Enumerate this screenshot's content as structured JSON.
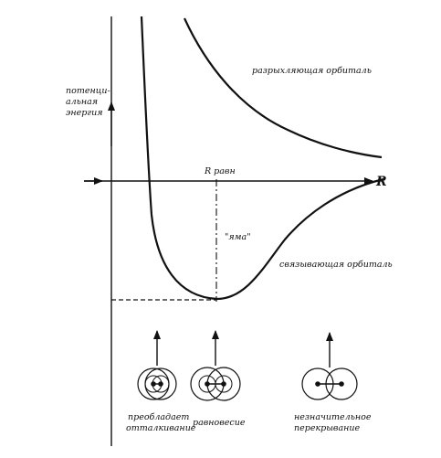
{
  "axes": {
    "y_label_lines": [
      "потенци-",
      "альная",
      "энергия"
    ],
    "x_label": "R",
    "r_eq_label": "R равн"
  },
  "curves": {
    "antibonding_label": "разрыхляющая орбиталь",
    "bonding_label": "связывающая орбиталь",
    "well_label": "\"яма\""
  },
  "states": [
    {
      "id": "repulsion",
      "lines": [
        "преобладает",
        "отталкивание"
      ]
    },
    {
      "id": "equilibrium",
      "lines": [
        "равновесие"
      ]
    },
    {
      "id": "weak-overlap",
      "lines": [
        "незначительное",
        "перекрывание"
      ]
    }
  ],
  "colors": {
    "ink": "#111111",
    "background": "#ffffff"
  }
}
